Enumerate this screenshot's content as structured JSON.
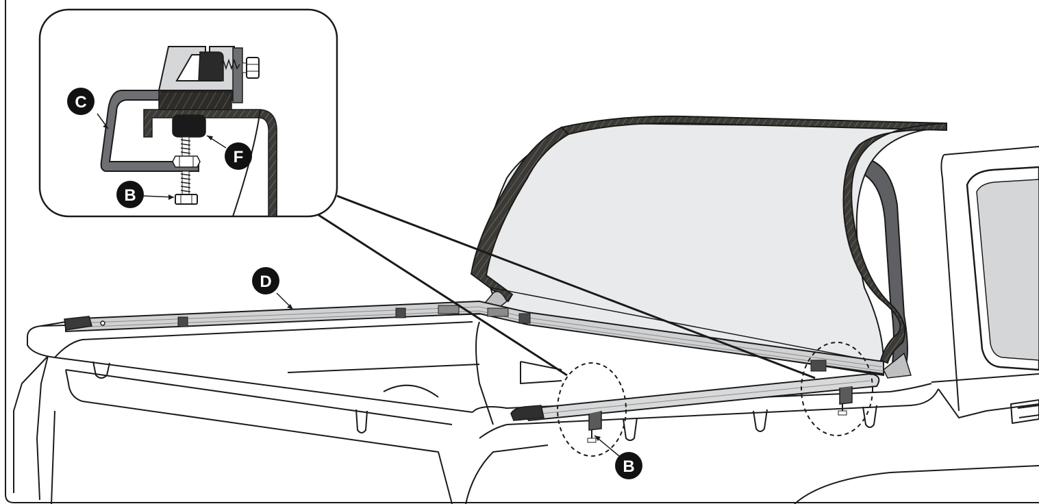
{
  "callouts": {
    "rail": "D",
    "clamp": "C",
    "knob": "F",
    "bolt_inset": "B",
    "bolt_main": "B"
  },
  "colors": {
    "line": "#1a1a1a",
    "cover_fill": "#e9eaeb",
    "cover_edge": "#3c3a36",
    "rail_fill": "#c9cacb",
    "rail_light": "#d8d9da",
    "window_fill": "#d4d6d8",
    "callout_fill": "#111111"
  },
  "icons": {
    "inset": "clamp-detail-illustration",
    "truck": "pickup-bed-illustration"
  }
}
